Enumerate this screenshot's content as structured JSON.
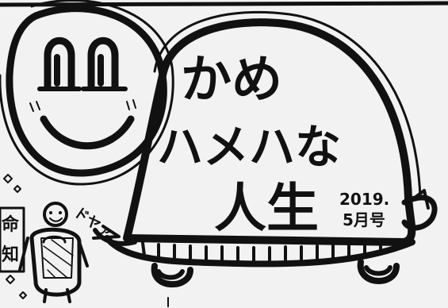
{
  "title": {
    "line1": "かめ",
    "line2": "ハメハな",
    "line3": "人生"
  },
  "issue": {
    "year": "2019.",
    "month": "5月号"
  },
  "sfx": "ドヤァ",
  "left_sign": {
    "top": "命",
    "bottom": "知"
  },
  "colors": {
    "ink": "#111111",
    "paper": "#f2f2f2",
    "shell_fill": "#ffffff"
  }
}
